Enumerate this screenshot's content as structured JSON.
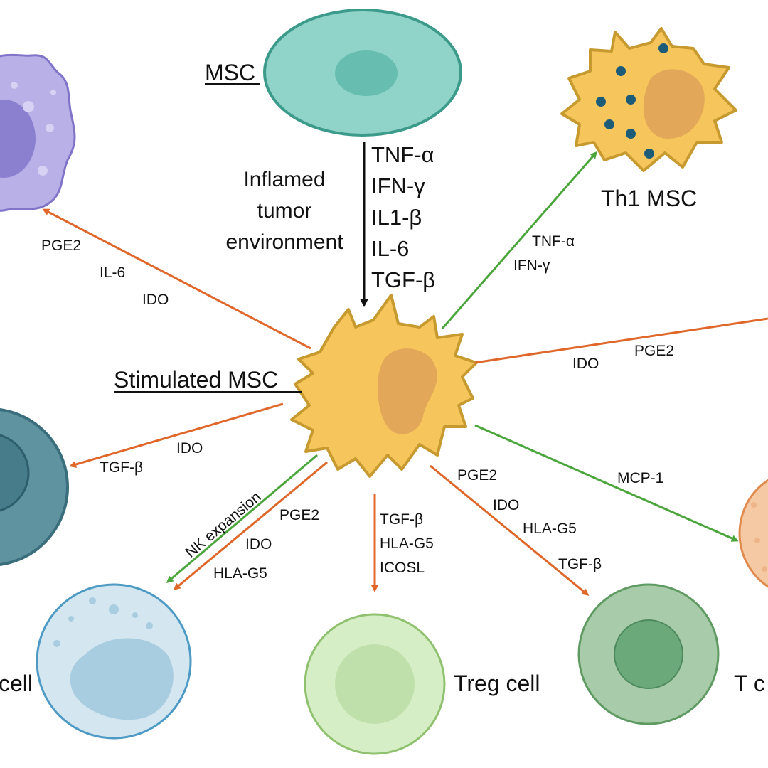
{
  "labels": {
    "msc": "MSC",
    "inflamed": [
      "Inflamed",
      "tumor",
      "environment"
    ],
    "stimulated_msc": "Stimulated MSC",
    "th1_msc": "Th1 MSC",
    "nk_cell": "cell",
    "treg_cell": "Treg cell",
    "t_cell": "T c"
  },
  "cytokines_down": [
    "TNF-α",
    "IFN-γ",
    "IL1-β",
    "IL-6",
    "TGF-β"
  ],
  "arrows": {
    "to_th1": [
      "TNF-α",
      "IFN-γ"
    ],
    "to_upper_left": [
      "PGE2",
      "IL-6",
      "IDO"
    ],
    "to_right": [
      "IDO",
      "PGE2"
    ],
    "to_left": [
      "IDO",
      "TGF-β"
    ],
    "nk_expansion": "NK expansion",
    "to_nk": [
      "PGE2",
      "IDO",
      "HLA-G5"
    ],
    "to_treg": [
      "TGF-β",
      "HLA-G5",
      "ICOSL"
    ],
    "to_tcell": [
      "PGE2",
      "IDO",
      "HLA-G5",
      "TGF-β"
    ],
    "to_lower_right": "MCP-1"
  },
  "colors": {
    "orange_arrow": "#e0672a",
    "green_arrow": "#4aa63a",
    "black_arrow": "#111111",
    "msc_fill": "#8fd3c9",
    "stimulated_fill": "#f6c65c",
    "treg_fill": "#d6eec6",
    "tcell_fill": "#a8ccaa",
    "nk_fill": "#d4e6f0",
    "macrophage_fill": "#b8b0e6",
    "left_cell_fill": "#5f93a0"
  }
}
